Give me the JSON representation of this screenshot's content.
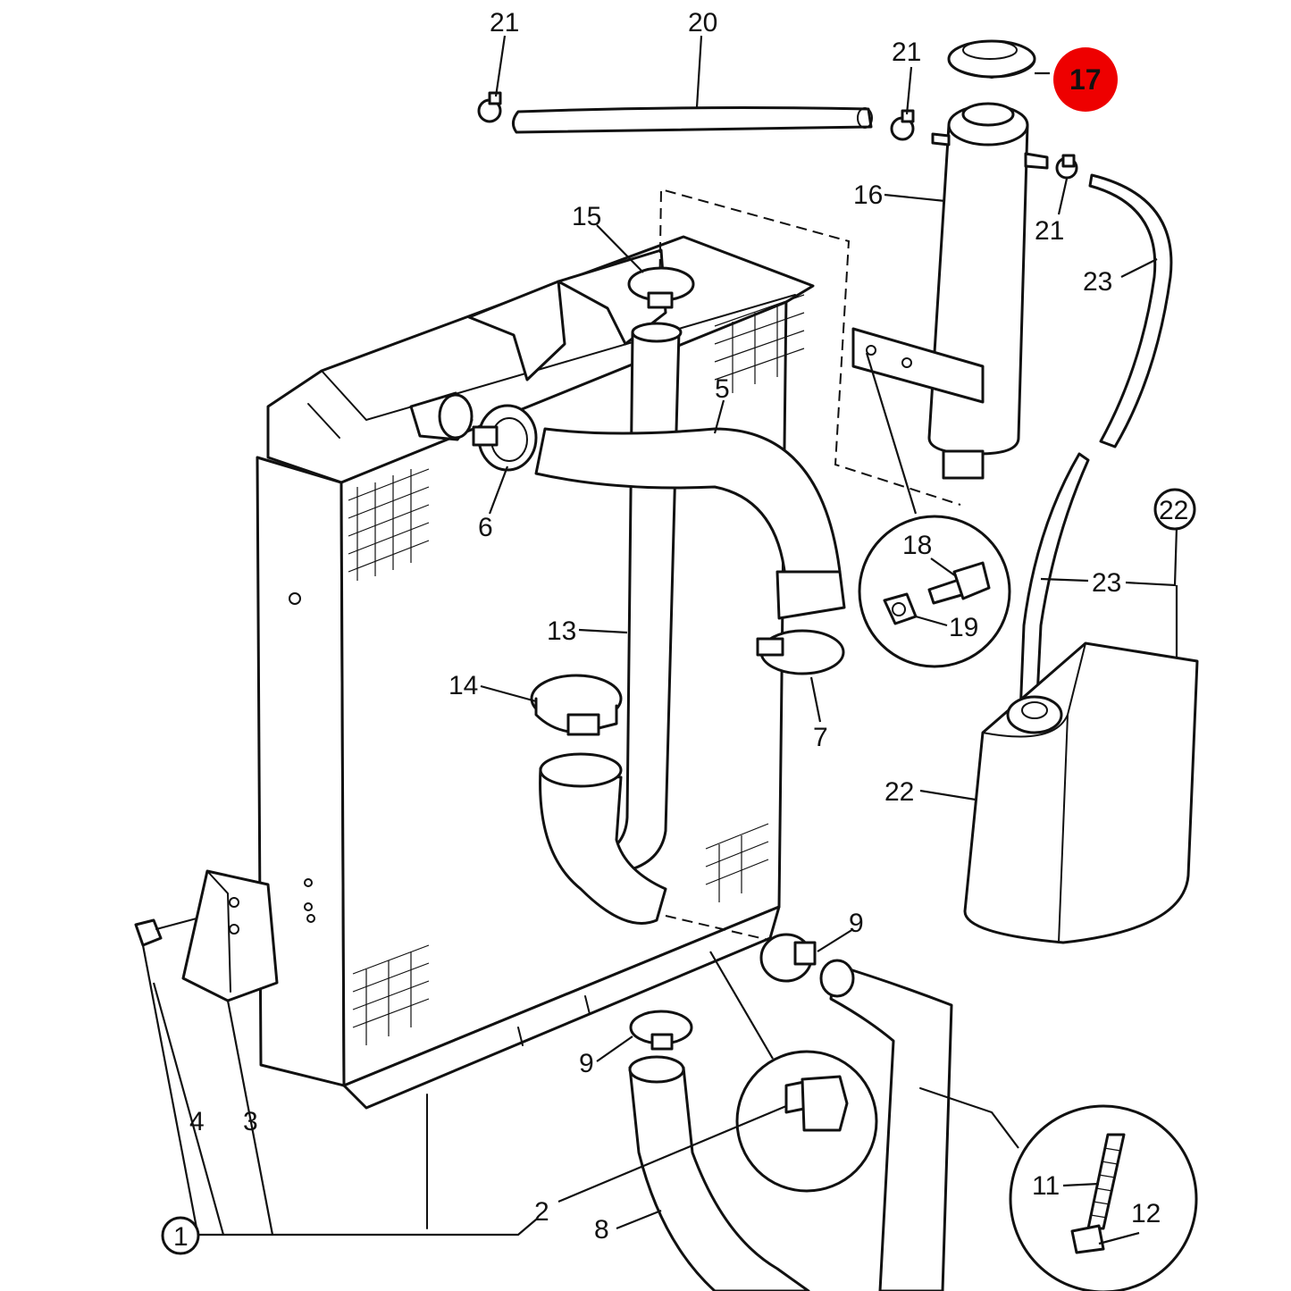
{
  "labels": {
    "c1": "1",
    "c2": "2",
    "c3": "3",
    "c4": "4",
    "c5": "5",
    "c6": "6",
    "c7": "7",
    "c8": "8",
    "c9a": "9",
    "c9b": "9",
    "c11": "11",
    "c12": "12",
    "c13": "13",
    "c14": "14",
    "c15": "15",
    "c16": "16",
    "c17": "17",
    "c18": "18",
    "c19": "19",
    "c20": "20",
    "c21a": "21",
    "c21b": "21",
    "c21c": "21",
    "c22a": "22",
    "c22b": "22",
    "c23a": "23",
    "c23b": "23"
  },
  "highlight": {
    "part": "17",
    "color": "#ee0000"
  }
}
